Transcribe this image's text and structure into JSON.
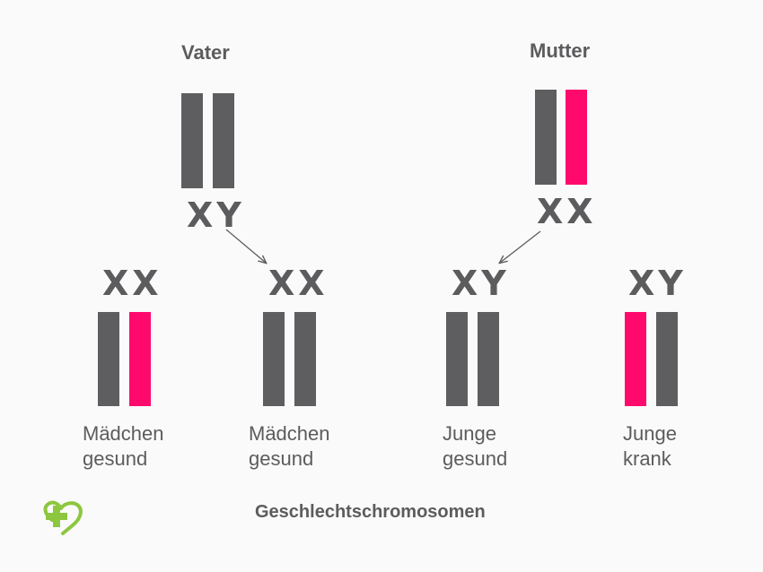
{
  "colors": {
    "normal": "#5e5e60",
    "affected": "#ff0a6c",
    "text": "#5c5c5e",
    "logo": "#8dc63f"
  },
  "parents": {
    "father": {
      "label": "Vater",
      "genotype": "XY",
      "chromosomes": [
        "normal",
        "normal"
      ]
    },
    "mother": {
      "label": "Mutter",
      "genotype": "XX",
      "chromosomes": [
        "normal",
        "affected"
      ]
    }
  },
  "children": [
    {
      "genotype": "XX",
      "line1": "Mädchen",
      "line2": "gesund",
      "chromosomes": [
        "normal",
        "affected"
      ]
    },
    {
      "genotype": "XX",
      "line1": "Mädchen",
      "line2": "gesund",
      "chromosomes": [
        "normal",
        "normal"
      ]
    },
    {
      "genotype": "XY",
      "line1": "Junge",
      "line2": "gesund",
      "chromosomes": [
        "normal",
        "normal"
      ]
    },
    {
      "genotype": "XY",
      "line1": "Junge",
      "line2": "krank",
      "chromosomes": [
        "affected",
        "normal"
      ]
    }
  ],
  "caption": "Geschlechtschromosomen",
  "logo_icon": "heart-cross-icon"
}
